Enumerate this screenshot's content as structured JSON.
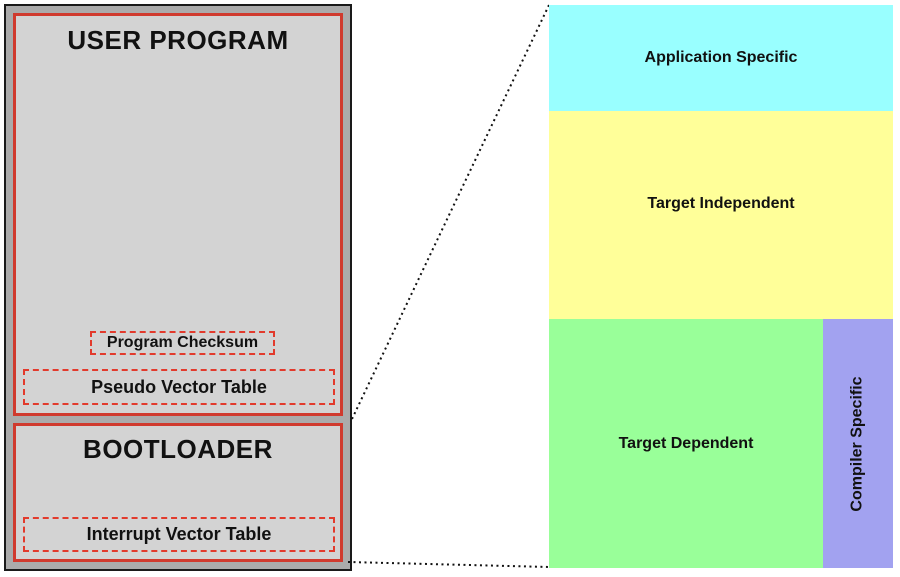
{
  "left_panel": {
    "user_program": {
      "title": "USER PROGRAM",
      "program_checksum_label": "Program Checksum",
      "pseudo_vector_table_label": "Pseudo Vector Table"
    },
    "bootloader": {
      "title": "BOOTLOADER",
      "interrupt_vector_table_label": "Interrupt Vector Table"
    }
  },
  "zoom_view": {
    "blocks": [
      {
        "label": "Application Specific",
        "color": "#99ffff"
      },
      {
        "label": "Target Independent",
        "color": "#ffff99"
      },
      {
        "label": "Target Dependent",
        "color": "#99ff99"
      },
      {
        "label": "Compiler Specific",
        "color": "#a2a2f0"
      }
    ]
  },
  "colors": {
    "flash_fill": "#ababab",
    "flash_border": "#1a1a1a",
    "region_fill": "#d3d3d3",
    "solid_red_border": "#d03a2e",
    "dashed_red_border": "#e23a2c",
    "connector_dots": "#111111"
  }
}
